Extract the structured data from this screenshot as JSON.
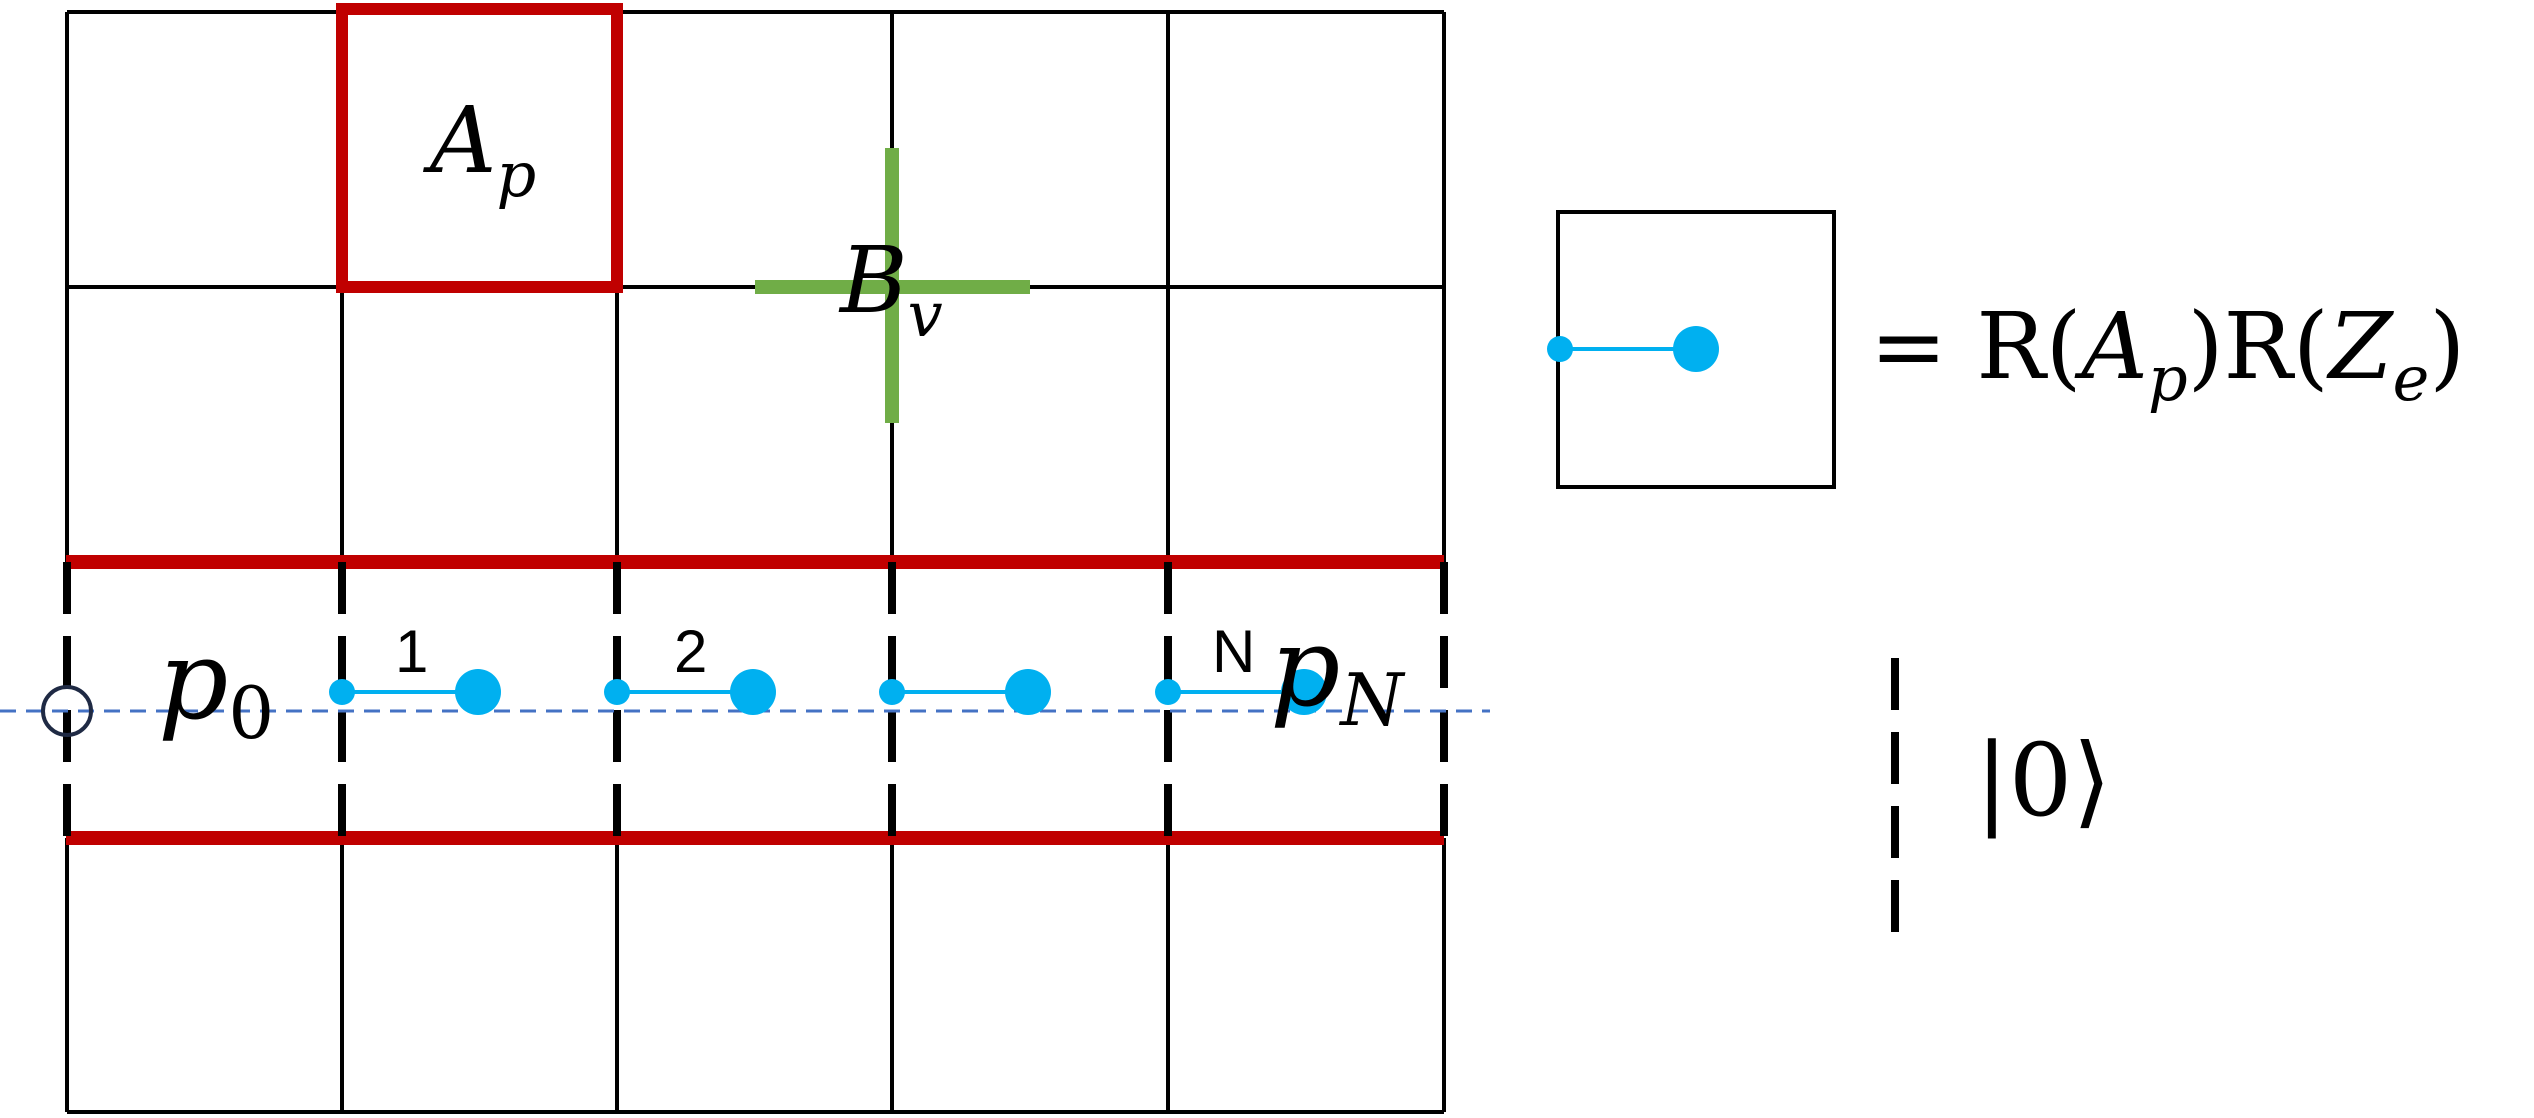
{
  "colors": {
    "grid": "#000000",
    "plaquette": "#c00000",
    "vertex": "#70ad47",
    "boundary": "#c00000",
    "gate": "#00b0f0",
    "dashed_line": "#4472c4",
    "open_circle": "#1f2a44"
  },
  "labels": {
    "plaquette_op": {
      "base": "A",
      "sub": "p"
    },
    "vertex_op": {
      "base": "B",
      "sub": "v"
    },
    "p0": {
      "base": "p",
      "sub": "0"
    },
    "pN": {
      "base": "p",
      "sub": "N"
    },
    "gate_indices": [
      "1",
      "2",
      "",
      "N"
    ]
  },
  "legend": {
    "gate_definition": {
      "prefix": "= R(",
      "a_base": "A",
      "a_sub": "p",
      "middle": ")R(",
      "z_base": "Z",
      "z_sub": "e",
      "suffix": ")"
    },
    "ket": "|0⟩"
  }
}
